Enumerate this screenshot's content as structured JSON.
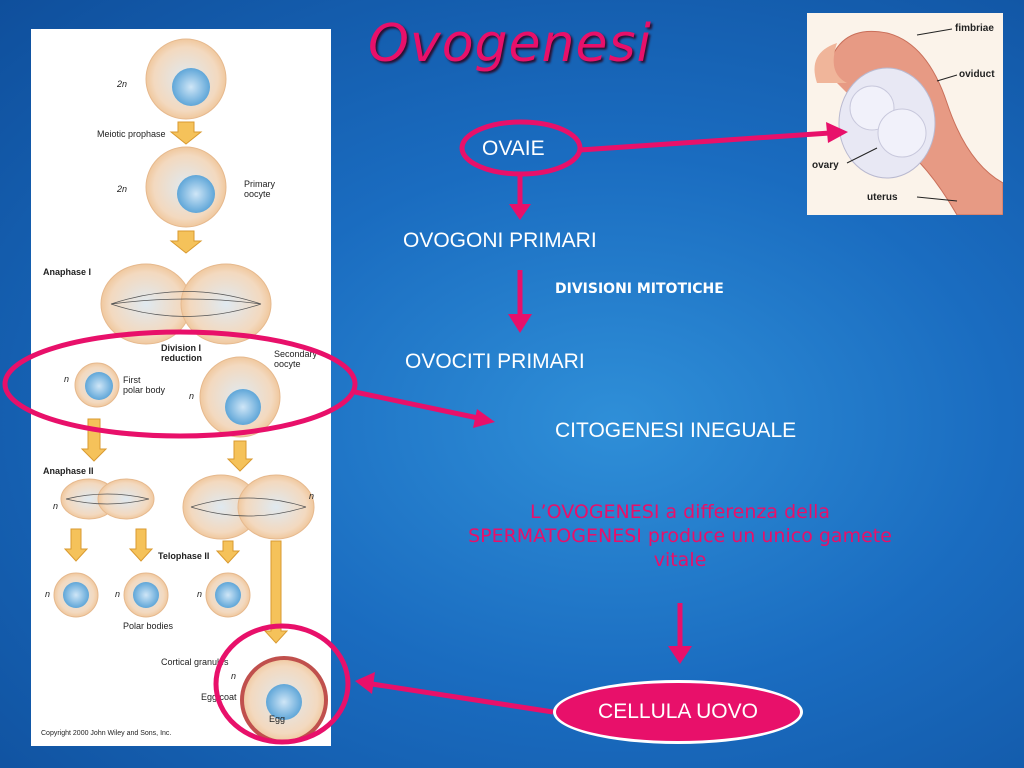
{
  "title": "Ovogenesi",
  "flow": {
    "ovaie": "OVAIE",
    "ovogoni": "OVOGONI PRIMARI",
    "divisioni": "DIVISIONI MITOTICHE",
    "ovociti": "OVOCITI PRIMARI",
    "citogenesi": "CITOGENESI INEGUALE",
    "note_line1": "L’OVOGENESI a differenza della",
    "note_line2": "SPERMATOGENESI produce un unico gamete",
    "note_line3": "vitale",
    "cellula": "CELLULA UOVO"
  },
  "figure": {
    "l_2n_a": "2n",
    "meiotic": "Meiotic prophase",
    "l_2n_b": "2n",
    "primary": "Primary",
    "oocyte": "oocyte",
    "anaphase1": "Anaphase I",
    "div1": "Division I",
    "reduction": "reduction",
    "secondary": "Secondary",
    "oocyte2": "oocyte",
    "n1": "n",
    "first": "First",
    "polar_body": "polar body",
    "n2": "n",
    "anaphase2": "Anaphase II",
    "n3": "n",
    "n4": "n",
    "telophase2": "Telophase II",
    "n5": "n",
    "n6": "n",
    "n7": "n",
    "polar_bodies": "Polar bodies",
    "cortical": "Cortical granules",
    "n8": "n",
    "egg_coat": "Egg coat",
    "egg": "Egg",
    "copyright": "Copyright 2000 John Wiley and Sons, Inc."
  },
  "anatomy": {
    "fimbriae": "fimbriae",
    "oviduct": "oviduct",
    "ovary": "ovary",
    "uterus": "uterus"
  },
  "colors": {
    "accent": "#e8106a",
    "background": "#1a6cc0"
  }
}
